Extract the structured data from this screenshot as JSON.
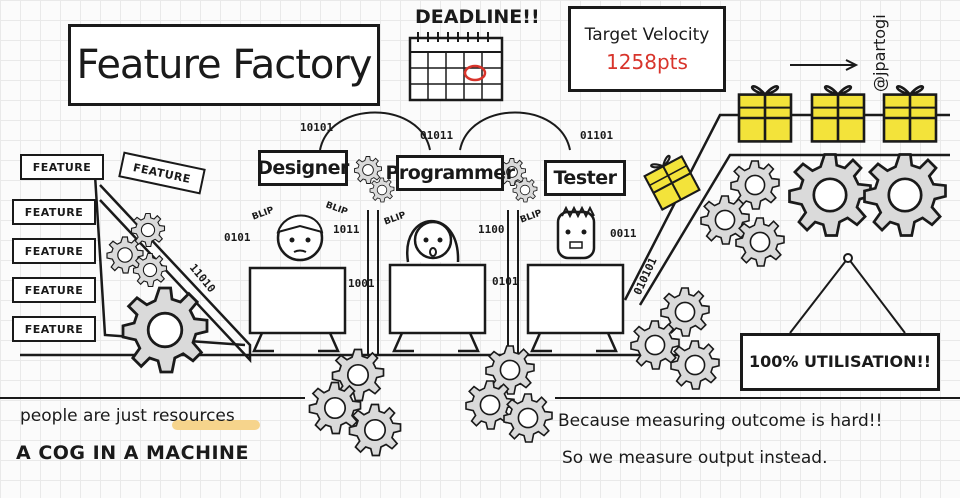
{
  "title": "Feature Factory",
  "deadline_label": "DEADLINE!!",
  "handle": "@jpartogi",
  "velocity": {
    "label": "Target Velocity",
    "value": "1258pts",
    "value_color": "#d8342b"
  },
  "roles": [
    "Designer",
    "Programmer",
    "Tester"
  ],
  "feature_label": "FEATURE",
  "blip": "BLIP",
  "binary": {
    "b1": "10101",
    "b2": "01011",
    "b3": "01101",
    "b4": "0101",
    "b5": "1011",
    "b6": "1100",
    "b7": "0011",
    "b8": "11010",
    "b9": "1001",
    "b10": "0101",
    "b11": "010101"
  },
  "utilisation": "100% UTILISATION!!",
  "caption_left": {
    "line1_prefix": "people are just",
    "line1_highlight": "resources",
    "line2": "A COG IN A MACHINE"
  },
  "caption_right": {
    "line1": "Because measuring outcome is hard!!",
    "line2": "So we measure output instead."
  },
  "colors": {
    "ink": "#1a1a1a",
    "gift": "#f3e33a",
    "highlight": "#f6d48c",
    "gear": "#d8d8d8",
    "red": "#d8342b"
  }
}
